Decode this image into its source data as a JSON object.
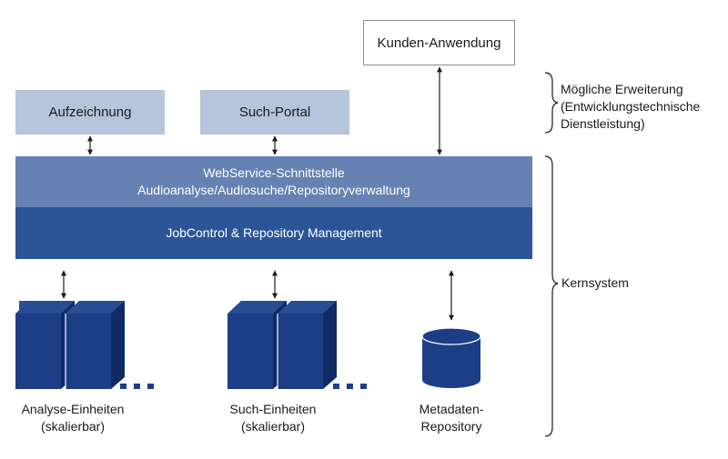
{
  "top": {
    "kunden": "Kunden-Anwendung",
    "aufzeichnung": "Aufzeichnung",
    "suchportal": "Such-Portal"
  },
  "bands": {
    "webservice_line1": "WebService-Schnittstelle",
    "webservice_line2": "Audioanalyse/Audiosuche/Repositoryverwaltung",
    "jobcontrol": "JobControl & Repository Management"
  },
  "bottom": {
    "analyse_line1": "Analyse-Einheiten",
    "analyse_line2": "(skalierbar)",
    "such_line1": "Such-Einheiten",
    "such_line2": "(skalierbar)",
    "meta_line1": "Metadaten-",
    "meta_line2": "Repository"
  },
  "side": {
    "erweiterung_line1": "Mögliche Erweiterung",
    "erweiterung_line2": "(Entwicklungstechnische",
    "erweiterung_line3": "Dienstleistung)",
    "kernsystem": "Kernsystem"
  },
  "colors": {
    "light_box": "#b6c4dc",
    "band_light": "#6582b3",
    "band_dark": "#2c5597",
    "server_front": "#1d3e86",
    "server_side": "#102a64"
  }
}
